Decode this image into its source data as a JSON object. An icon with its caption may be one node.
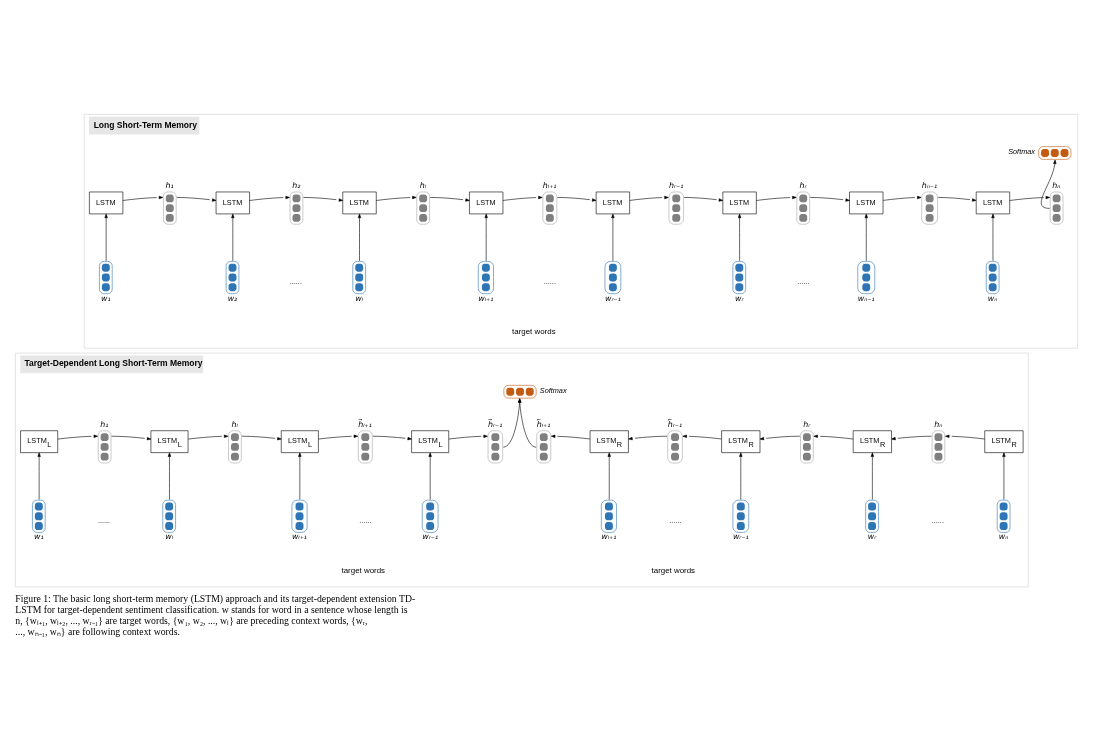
{
  "diagram": {
    "caption": "Figure 1: The basic long short-term memory (LSTM) approach and its target-dependent extension TD-LSTM for target-dependent sentiment classification. w stands for word in a sentence whose length is n, {wₗ₊₁, wₗ₊₂, ..., wᵣ₋₁} are target words, {w₁, w₂, ..., wₗ} are preceding context words, {wᵣ, ..., wₙ₋₁, wₙ} are following context words.",
    "nodes": [
      {
        "text": [
          "Long Short-Term Memory"
        ]
      },
      {
        "text": [
          "Softmax"
        ],
        "in": 0
      },
      {
        "text": [
          "LSTM"
        ],
        "in": 0
      },
      {
        "text": [
          "h₁"
        ],
        "in": 0
      },
      {
        "text": [
          "LSTM"
        ],
        "in": 0
      },
      {
        "text": [
          "h₂"
        ],
        "in": 0
      },
      {
        "text": [
          "LSTM"
        ],
        "in": 0
      },
      {
        "text": [
          "hₗ"
        ],
        "in": 0
      },
      {
        "text": [
          "LSTM"
        ],
        "in": 0
      },
      {
        "text": [
          "hₗ₊₁"
        ],
        "in": 0
      },
      {
        "text": [
          "LSTM"
        ],
        "in": 0
      },
      {
        "text": [
          "hᵣ₋₁"
        ],
        "in": 0
      },
      {
        "text": [
          "LSTM"
        ],
        "in": 0
      },
      {
        "text": [
          "hᵣ"
        ],
        "in": 0
      },
      {
        "text": [
          "LSTM"
        ],
        "in": 0
      },
      {
        "text": [
          "hₙ₋₁"
        ],
        "in": 0
      },
      {
        "text": [
          "LSTM"
        ],
        "in": 0
      },
      {
        "text": [
          "hₙ"
        ],
        "in": 0
      },
      {
        "text": [
          "w₁"
        ],
        "in": 0
      },
      {
        "text": [
          "w₂"
        ],
        "in": 0
      },
      {
        "text": [
          "wₗ"
        ],
        "in": 0
      },
      {
        "text": [
          "wₗ₊₁"
        ],
        "in": 0
      },
      {
        "text": [
          "wᵣ₋₁"
        ],
        "in": 0
      },
      {
        "text": [
          "wᵣ"
        ],
        "in": 0
      },
      {
        "text": [
          "wₙ₋₁"
        ],
        "in": 0
      },
      {
        "text": [
          "wₙ"
        ],
        "in": 0
      },
      {
        "text": [
          "Target-Dependent Long Short-Term Memory"
        ]
      },
      {
        "text": [
          "Softmax"
        ],
        "in": 26
      },
      {
        "text": [
          "LSTM$_{L}$"
        ],
        "in": 26
      },
      {
        "text": [
          "h₁"
        ],
        "in": 26
      },
      {
        "text": [
          "LSTM$_{L}$"
        ],
        "in": 26
      },
      {
        "text": [
          "hₗ"
        ],
        "in": 26
      },
      {
        "text": [
          "LSTM$_{L}$"
        ],
        "in": 26
      },
      {
        "text": [
          "h⃗ₗ₊₁"
        ],
        "in": 26
      },
      {
        "text": [
          "LSTM$_{L}$"
        ],
        "in": 26
      },
      {
        "text": [
          "h⃗ᵣ₋₁"
        ],
        "in": 26
      },
      {
        "text": [
          "h⃖ₗ₊₁"
        ],
        "in": 26
      },
      {
        "text": [
          "LSTM$_{R}$"
        ],
        "in": 26
      },
      {
        "text": [
          "h⃖ᵣ₋₁"
        ],
        "in": 26
      },
      {
        "text": [
          "LSTM$_{R}$"
        ],
        "in": 26
      },
      {
        "text": [
          "hᵣ"
        ],
        "in": 26
      },
      {
        "text": [
          "LSTM$_{R}$"
        ],
        "in": 26
      },
      {
        "text": [
          "hₙ"
        ],
        "in": 26
      },
      {
        "text": [
          "LSTM$_{R}$"
        ],
        "in": 26
      },
      {
        "text": [
          "w₁"
        ],
        "in": 26
      },
      {
        "text": [
          "wₗ"
        ],
        "in": 26
      },
      {
        "text": [
          "wₗ₊₁"
        ],
        "in": 26
      },
      {
        "text": [
          "wᵣ₋₁"
        ],
        "in": 26
      },
      {
        "text": [
          "wₗ₊₁"
        ],
        "in": 26
      },
      {
        "text": [
          "wᵣ₋₁"
        ],
        "in": 26
      },
      {
        "text": [
          "wᵣ"
        ],
        "in": 26
      },
      {
        "text": [
          "wₙ"
        ],
        "in": 26
      }
    ],
    "edges": [
      {
        "from": 18,
        "to": 2,
        "arrow": "to"
      },
      {
        "from": 2,
        "to": 3,
        "arrow": "to"
      },
      {
        "from": 3,
        "to": 4,
        "arrow": "to"
      },
      {
        "from": 19,
        "to": 4,
        "arrow": "to"
      },
      {
        "from": 4,
        "to": 5,
        "arrow": "to"
      },
      {
        "from": 5,
        "to": 6,
        "arrow": "to"
      },
      {
        "from": 20,
        "to": 6,
        "arrow": "to"
      },
      {
        "from": 6,
        "to": 7,
        "arrow": "to"
      },
      {
        "from": 7,
        "to": 8,
        "arrow": "to"
      },
      {
        "from": 21,
        "to": 8,
        "arrow": "to"
      },
      {
        "from": 8,
        "to": 9,
        "arrow": "to"
      },
      {
        "from": 9,
        "to": 10,
        "arrow": "to"
      },
      {
        "from": 22,
        "to": 10,
        "arrow": "to"
      },
      {
        "from": 10,
        "to": 11,
        "arrow": "to"
      },
      {
        "from": 11,
        "to": 12,
        "arrow": "to"
      },
      {
        "from": 23,
        "to": 12,
        "arrow": "to"
      },
      {
        "from": 12,
        "to": 13,
        "arrow": "to"
      },
      {
        "from": 13,
        "to": 14,
        "arrow": "to"
      },
      {
        "from": 24,
        "to": 14,
        "arrow": "to"
      },
      {
        "from": 14,
        "to": 15,
        "arrow": "to"
      },
      {
        "from": 15,
        "to": 16,
        "arrow": "to"
      },
      {
        "from": 25,
        "to": 16,
        "arrow": "to"
      },
      {
        "from": 16,
        "to": 17,
        "arrow": "to"
      },
      {
        "from": 17,
        "to": 1,
        "arrow": "to"
      },
      {
        "from": 44,
        "to": 28,
        "arrow": "to"
      },
      {
        "from": 28,
        "to": 29,
        "arrow": "to"
      },
      {
        "from": 29,
        "to": 30,
        "arrow": "to"
      },
      {
        "from": 45,
        "to": 30,
        "arrow": "to"
      },
      {
        "from": 30,
        "to": 31,
        "arrow": "to"
      },
      {
        "from": 31,
        "to": 32,
        "arrow": "to"
      },
      {
        "from": 46,
        "to": 32,
        "arrow": "to"
      },
      {
        "from": 32,
        "to": 33,
        "arrow": "to"
      },
      {
        "from": 33,
        "to": 34,
        "arrow": "to"
      },
      {
        "from": 47,
        "to": 34,
        "arrow": "to"
      },
      {
        "from": 34,
        "to": 35,
        "arrow": "to"
      },
      {
        "from": 35,
        "to": 27,
        "arrow": "to"
      },
      {
        "from": 36,
        "to": 27,
        "arrow": "to"
      },
      {
        "from": 37,
        "to": 36,
        "arrow": "to"
      },
      {
        "from": 48,
        "to": 37,
        "arrow": "to"
      },
      {
        "from": 38,
        "to": 37,
        "arrow": "to"
      },
      {
        "from": 39,
        "to": 38,
        "arrow": "to"
      },
      {
        "from": 49,
        "to": 39,
        "arrow": "to"
      },
      {
        "from": 40,
        "to": 39,
        "arrow": "to"
      },
      {
        "from": 41,
        "to": 40,
        "arrow": "to"
      },
      {
        "from": 50,
        "to": 41,
        "arrow": "to"
      },
      {
        "from": 42,
        "to": 41,
        "arrow": "to"
      },
      {
        "from": 43,
        "to": 42,
        "arrow": "to"
      },
      {
        "from": 51,
        "to": 43,
        "arrow": "to"
      }
    ],
    "labels": [
      "......",
      "......",
      "......",
      "target words",
      "......",
      "......",
      "......",
      "......",
      "target words",
      "target words"
    ]
  }
}
